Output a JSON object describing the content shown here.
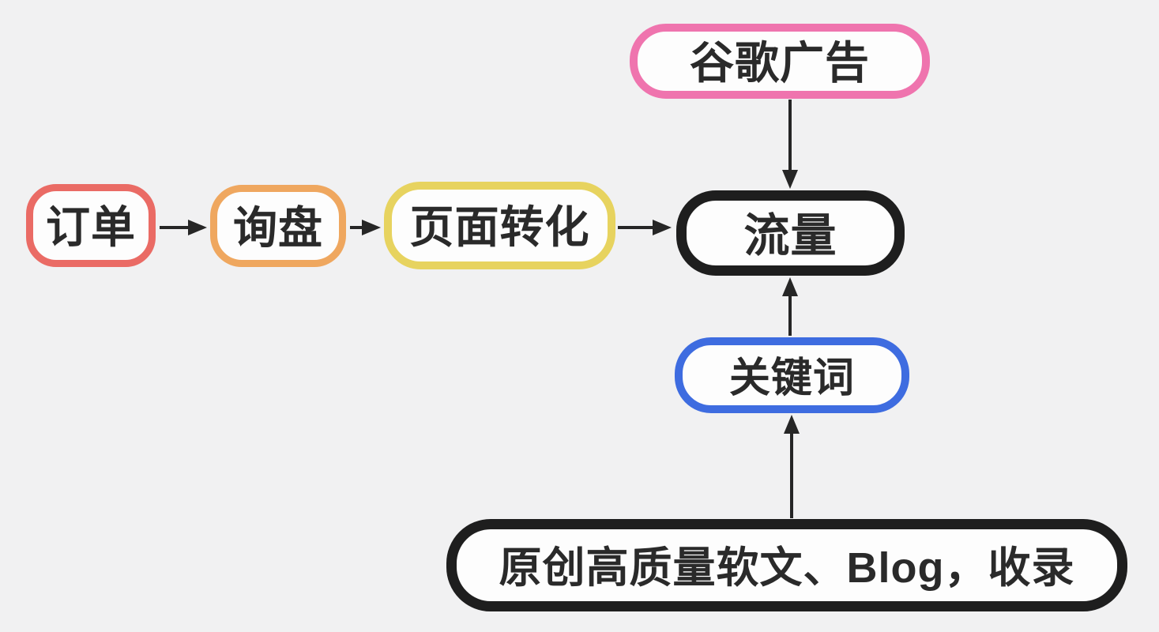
{
  "diagram": {
    "background_color": "#f1f1f2",
    "node_fill_color": "#fdfdfd",
    "text_color": "#2a2a2a",
    "arrow_color": "#262626",
    "nodes": {
      "order": {
        "label": "订单",
        "border_color": "#ea6b65"
      },
      "inquiry": {
        "label": "询盘",
        "border_color": "#efa75f"
      },
      "page_conversion": {
        "label": "页面转化",
        "border_color": "#e7d35f"
      },
      "traffic": {
        "label": "流量",
        "border_color": "#1e1e1e"
      },
      "google_ads": {
        "label": "谷歌广告",
        "border_color": "#ef74ae"
      },
      "keywords": {
        "label": "关键词",
        "border_color": "#3e6ce0"
      },
      "content": {
        "label": "原创高质量软文、Blog，收录",
        "border_color": "#1e1e1e"
      }
    },
    "edges": [
      {
        "from": "order",
        "to": "traffic... ",
        "note": ""
      }
    ]
  }
}
